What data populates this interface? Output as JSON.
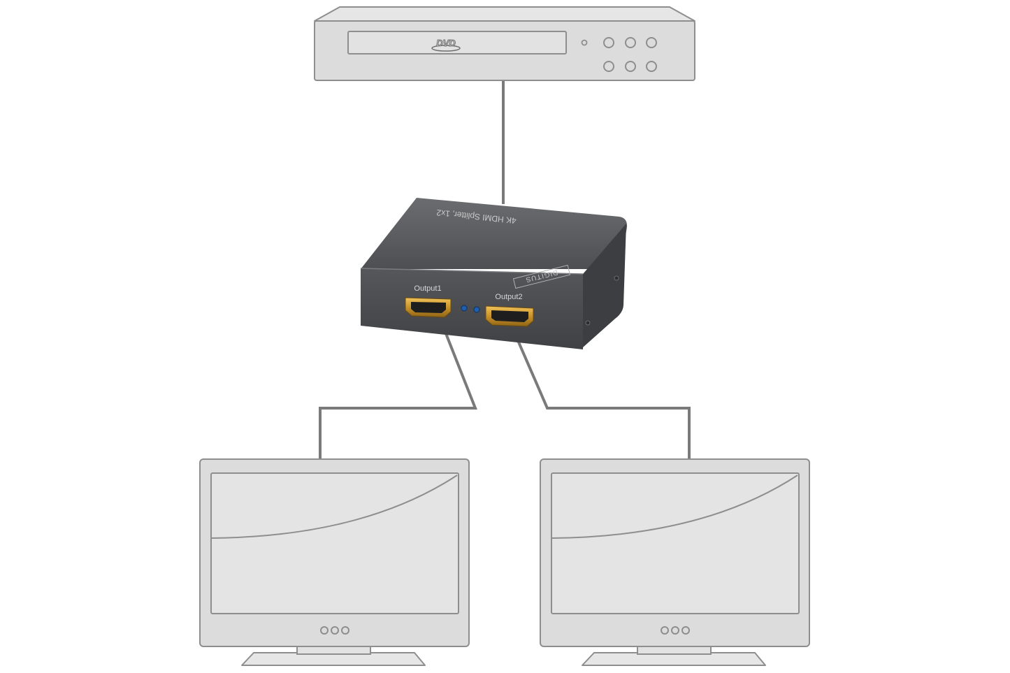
{
  "dvd_player": {
    "logo_text": "DVD"
  },
  "splitter": {
    "top_label": "4K HDMI Splitter, 1x2",
    "brand": "DIGITUS",
    "port1_label": "Output1",
    "port2_label": "Output2"
  },
  "colors": {
    "device_fill": "#dcdcdc",
    "device_stroke": "#8e8e8e",
    "cable": "#7a7a7a",
    "splitter_body": "#4a4c4f",
    "splitter_top": "#5c5e61",
    "hdmi_gold": "#c8922a",
    "led_blue": "#1e5fb0"
  }
}
